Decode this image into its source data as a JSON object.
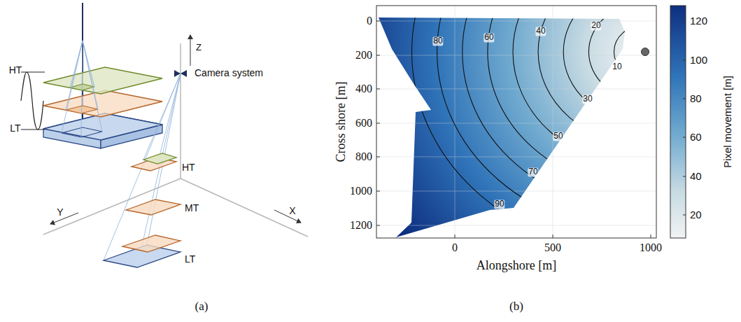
{
  "diagram": {
    "labels": [
      "HT",
      "LT",
      "Z",
      "Camera system",
      "Y",
      "X",
      "HT",
      "MT",
      "LT",
      "(a)",
      "80",
      "60",
      "40",
      "20",
      "10",
      "30",
      "50",
      "70",
      "90",
      "0",
      "200",
      "400",
      "600",
      "800",
      "1000",
      "1200",
      "0",
      "500",
      "1000",
      "120",
      "100",
      "80",
      "60",
      "40",
      "20",
      "Cross shore [m]",
      "Alongshore [m]",
      "Pixel movement [m]",
      "(b)"
    ]
  }
}
